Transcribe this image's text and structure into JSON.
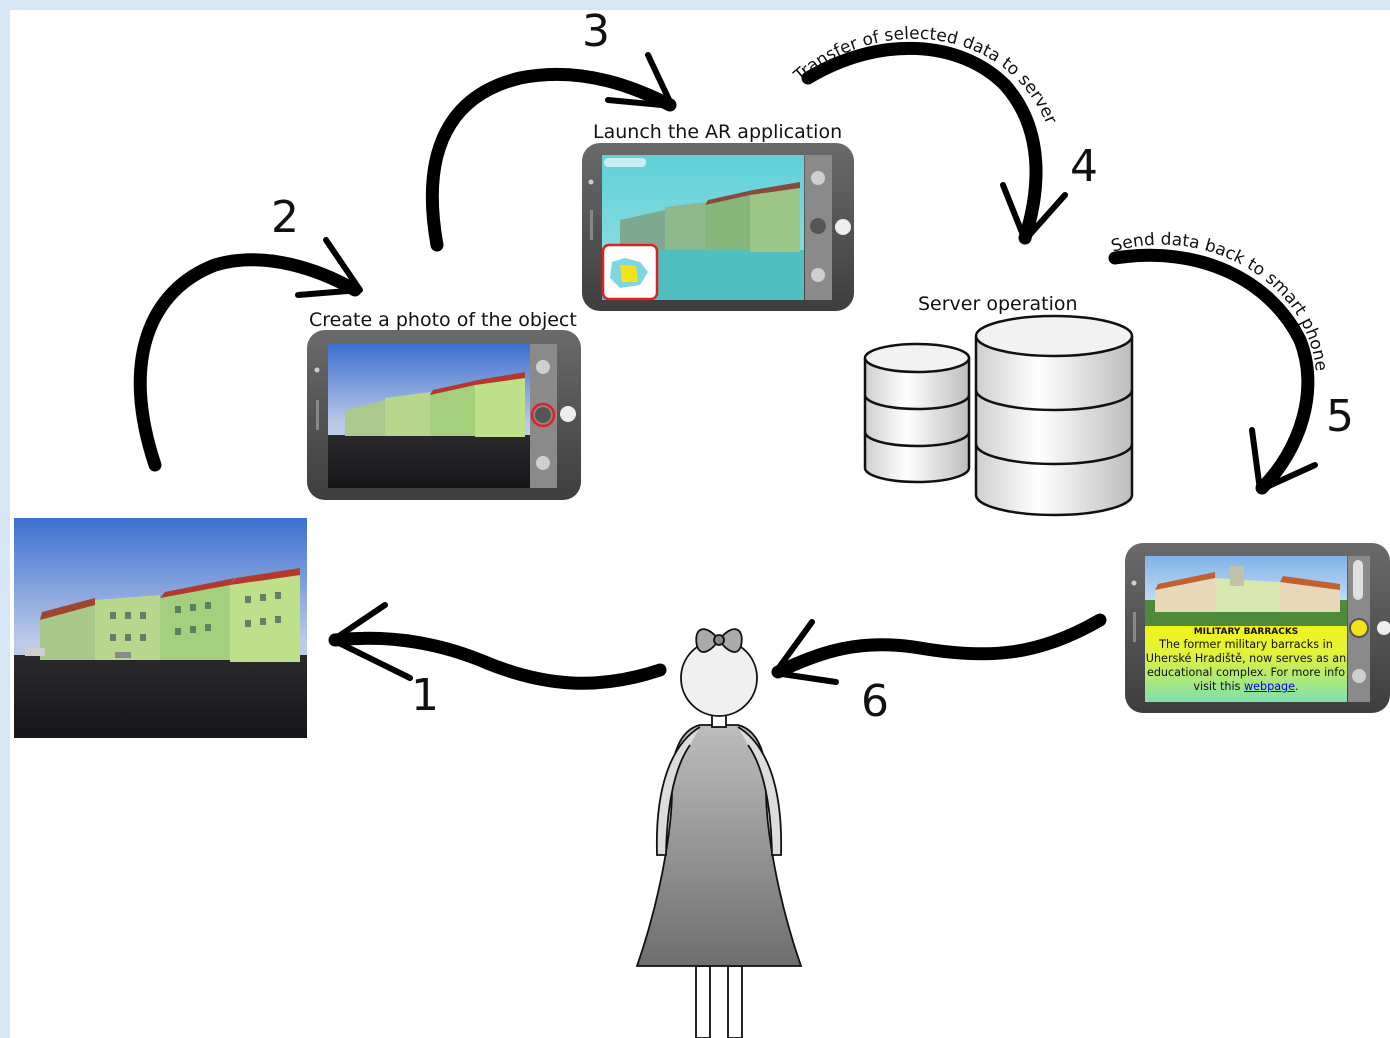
{
  "steps": {
    "s1": "1",
    "s2": "2",
    "s3": "3",
    "s4": "4",
    "s5": "5",
    "s6": "6"
  },
  "labels": {
    "create_photo": "Create a photo of the object",
    "launch_ar": "Launch the AR application",
    "server_operation": "Server operation",
    "transfer_data": "Transfer of selected data to server",
    "send_back": "Send data back to smart phone"
  },
  "info_card": {
    "title": "MILITARY BARRACKS",
    "body": "The former military barracks in Uherské Hradiště, now serves as an educational complex. For more info visit this",
    "link": "webpage",
    "end": "."
  },
  "colors": {
    "page_frame": "#d6e6f5",
    "phone_body": "#5a5a5a",
    "highlight_red": "#e02020",
    "info_bg_top": "#f2f21a",
    "info_bg_bottom": "#7fe0b0",
    "ar_sky": "#6fd6d6"
  }
}
